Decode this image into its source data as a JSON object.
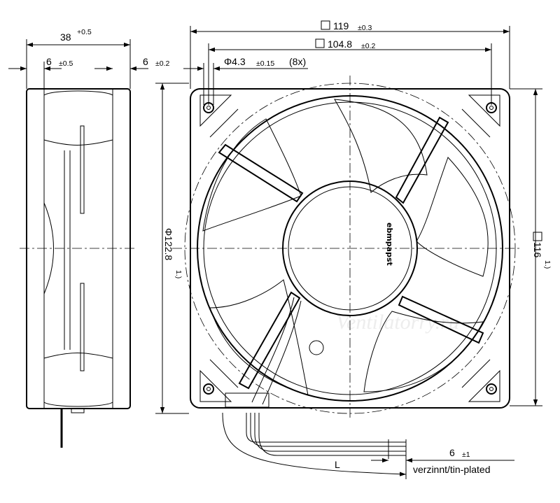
{
  "drawing": {
    "side_view": {
      "depth": "38",
      "depth_tol": "+0.5",
      "flange": "6",
      "flange_tol": "±0.5",
      "flange_offset": "6",
      "flange_offset_tol": "±0.2"
    },
    "front_view": {
      "frame": "119",
      "frame_tol": "±0.3",
      "hole_spacing": "104.8",
      "hole_spacing_tol": "±0.2",
      "hole_dia": "Φ4.3",
      "hole_dia_tol": "±0.15",
      "hole_count": "(8x)",
      "outer_dia": "Φ122.8",
      "outer_dia_note": "1.)",
      "height": "116",
      "height_note": "1.)",
      "brand_label": "ebmpapst"
    },
    "lead": {
      "length_label": "L",
      "strip": "6",
      "strip_tol": "±1",
      "finish": "verzinnt/tin-plated"
    },
    "watermark": "Ventilatorry.ru"
  }
}
